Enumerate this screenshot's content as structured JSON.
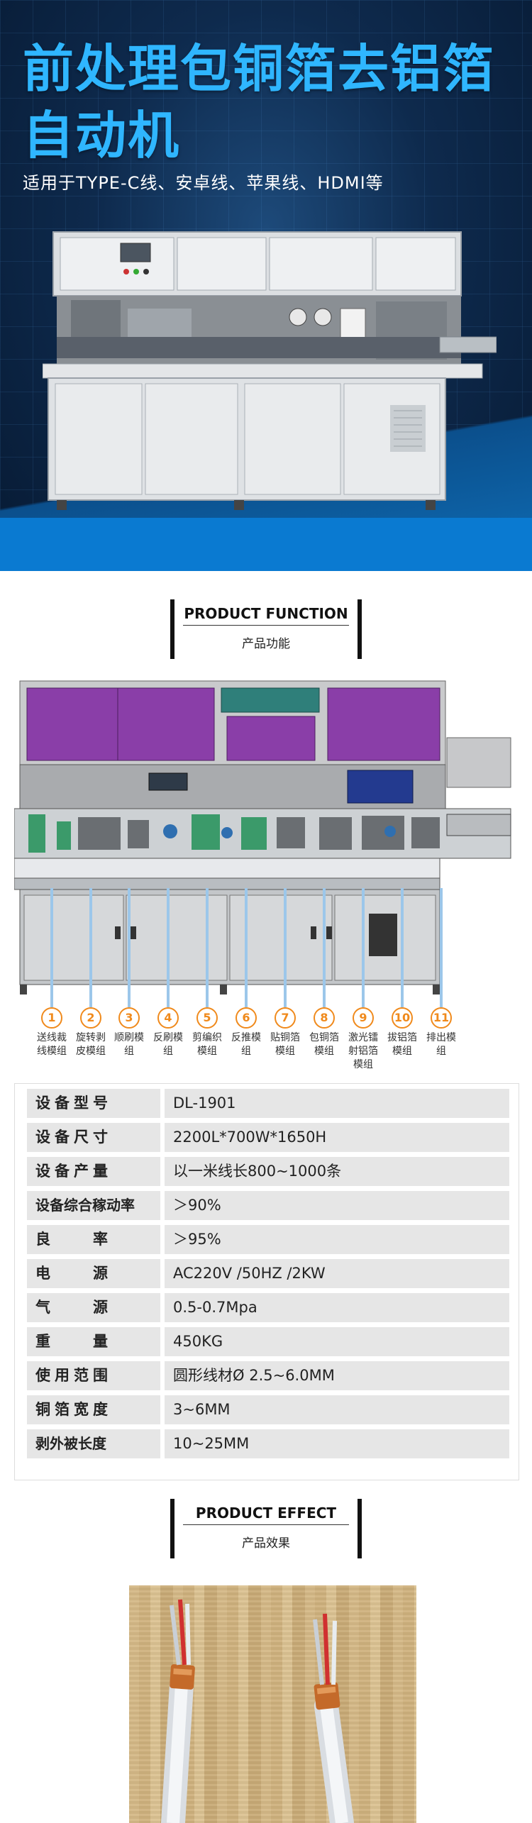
{
  "hero": {
    "title": "前处理包铜箔去铝箔自动机",
    "subtitle": "适用于TYPE-C线、安卓线、苹果线、HDMI等"
  },
  "function_section": {
    "heading_en": "PRODUCT FUNCTION",
    "heading_cn": "产品功能",
    "modules": [
      {
        "num": "1",
        "label": "送线裁线模组"
      },
      {
        "num": "2",
        "label": "旋转剥皮模组"
      },
      {
        "num": "3",
        "label": "顺刷模组"
      },
      {
        "num": "4",
        "label": "反刷模组"
      },
      {
        "num": "5",
        "label": "剪编织模组"
      },
      {
        "num": "6",
        "label": "反推模组"
      },
      {
        "num": "7",
        "label": "贴铜箔模组"
      },
      {
        "num": "8",
        "label": "包铜箔模组"
      },
      {
        "num": "9",
        "label": "激光镭射铝箔模组"
      },
      {
        "num": "10",
        "label": "拔铝箔模组"
      },
      {
        "num": "11",
        "label": "排出模组"
      }
    ]
  },
  "specs": [
    {
      "key": "设备型号",
      "value": "DL-1901"
    },
    {
      "key": "设备尺寸",
      "value": "2200L*700W*1650H"
    },
    {
      "key": "设备产量",
      "value": "以一米线长800~1000条"
    },
    {
      "key": "设备综合稼动率",
      "value": "＞90%"
    },
    {
      "key": "良　　率",
      "value": "＞95%"
    },
    {
      "key": "电　　源",
      "value": "AC220V /50HZ /2KW"
    },
    {
      "key": "气　　源",
      "value": "0.5-0.7Mpa"
    },
    {
      "key": "重　　量",
      "value": "450KG"
    },
    {
      "key": "使用范围",
      "value": "圆形线材Ø 2.5~6.0MM"
    },
    {
      "key": "铜箔宽度",
      "value": "3~6MM"
    },
    {
      "key": "剥外被长度",
      "value": "10~25MM"
    }
  ],
  "effect_section": {
    "heading_en": "PRODUCT EFFECT",
    "heading_cn": "产品效果"
  },
  "colors": {
    "hero_title": "#2fb6ff",
    "hero_band": "#0a7ad1",
    "module_accent": "#f08a1c",
    "panel_purple": "#8a3ea8",
    "panel_teal": "#2f7f7a"
  }
}
